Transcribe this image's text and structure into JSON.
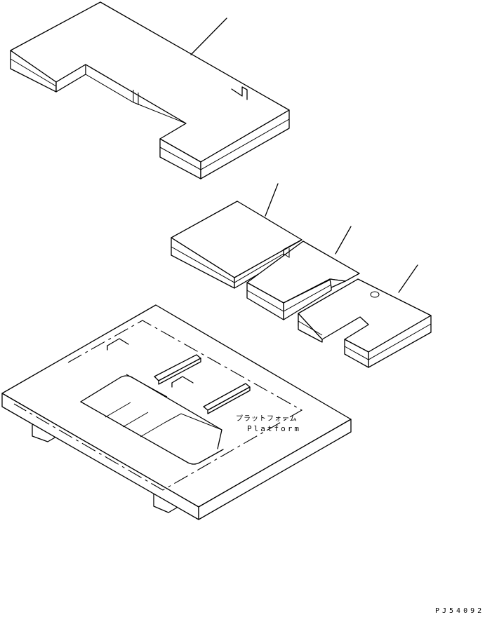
{
  "labels": {
    "platform_jp": "プラットフォーム",
    "platform_en": "Platform",
    "drawing_code": "PJ54092"
  },
  "colors": {
    "line": "#000000",
    "background": "#ffffff"
  }
}
